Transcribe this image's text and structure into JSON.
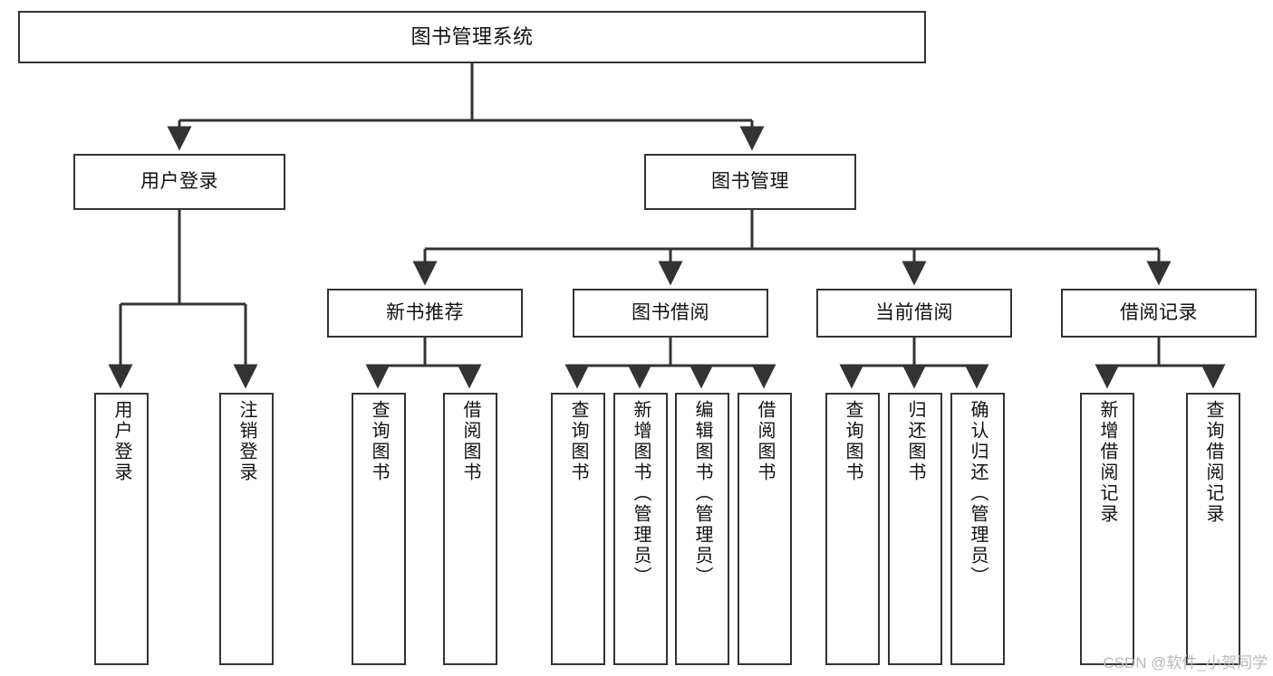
{
  "diagram": {
    "type": "tree",
    "title": "图书管理系统",
    "colors": {
      "node_border": "#333333",
      "node_fill": "#ffffff",
      "edge": "#333333",
      "text": "#111111",
      "watermark": "#b9b9b9"
    },
    "watermark": "CSDN @软件_小贺同学",
    "levels": {
      "root": [
        "图书管理系统"
      ],
      "level2": [
        "用户登录",
        "图书管理"
      ],
      "level3": [
        "新书推荐",
        "图书借阅",
        "当前借阅",
        "借阅记录"
      ],
      "leaves": [
        "用户登录",
        "注销登录",
        "查询图书",
        "借阅图书",
        "查询图书",
        "新增图书（管理员）",
        "编辑图书（管理员）",
        "借阅图书",
        "查询图书",
        "归还图书",
        "确认归还（管理员）",
        "新增借阅记录",
        "查询借阅记录"
      ]
    },
    "nodes": {
      "root": {
        "label": "图书管理系统"
      },
      "user_login": {
        "label": "用户登录"
      },
      "book_manage": {
        "label": "图书管理"
      },
      "new_book_rec": {
        "label": "新书推荐"
      },
      "book_borrow": {
        "label": "图书借阅"
      },
      "current_borrow": {
        "label": "当前借阅"
      },
      "borrow_record": {
        "label": "借阅记录"
      },
      "leaf_user_login": {
        "label": "用户登录"
      },
      "leaf_logout": {
        "label": "注销登录"
      },
      "leaf_query_book_a": {
        "label": "查询图书"
      },
      "leaf_borrow_book_a": {
        "label": "借阅图书"
      },
      "leaf_query_book_b": {
        "label": "查询图书"
      },
      "leaf_add_book": {
        "label": "新增图书（管理员）"
      },
      "leaf_edit_book": {
        "label": "编辑图书（管理员）"
      },
      "leaf_borrow_book_b": {
        "label": "借阅图书"
      },
      "leaf_query_book_c": {
        "label": "查询图书"
      },
      "leaf_return_book": {
        "label": "归还图书"
      },
      "leaf_confirm_return": {
        "label": "确认归还（管理员）"
      },
      "leaf_add_record": {
        "label": "新增借阅记录"
      },
      "leaf_query_record": {
        "label": "查询借阅记录"
      }
    }
  }
}
